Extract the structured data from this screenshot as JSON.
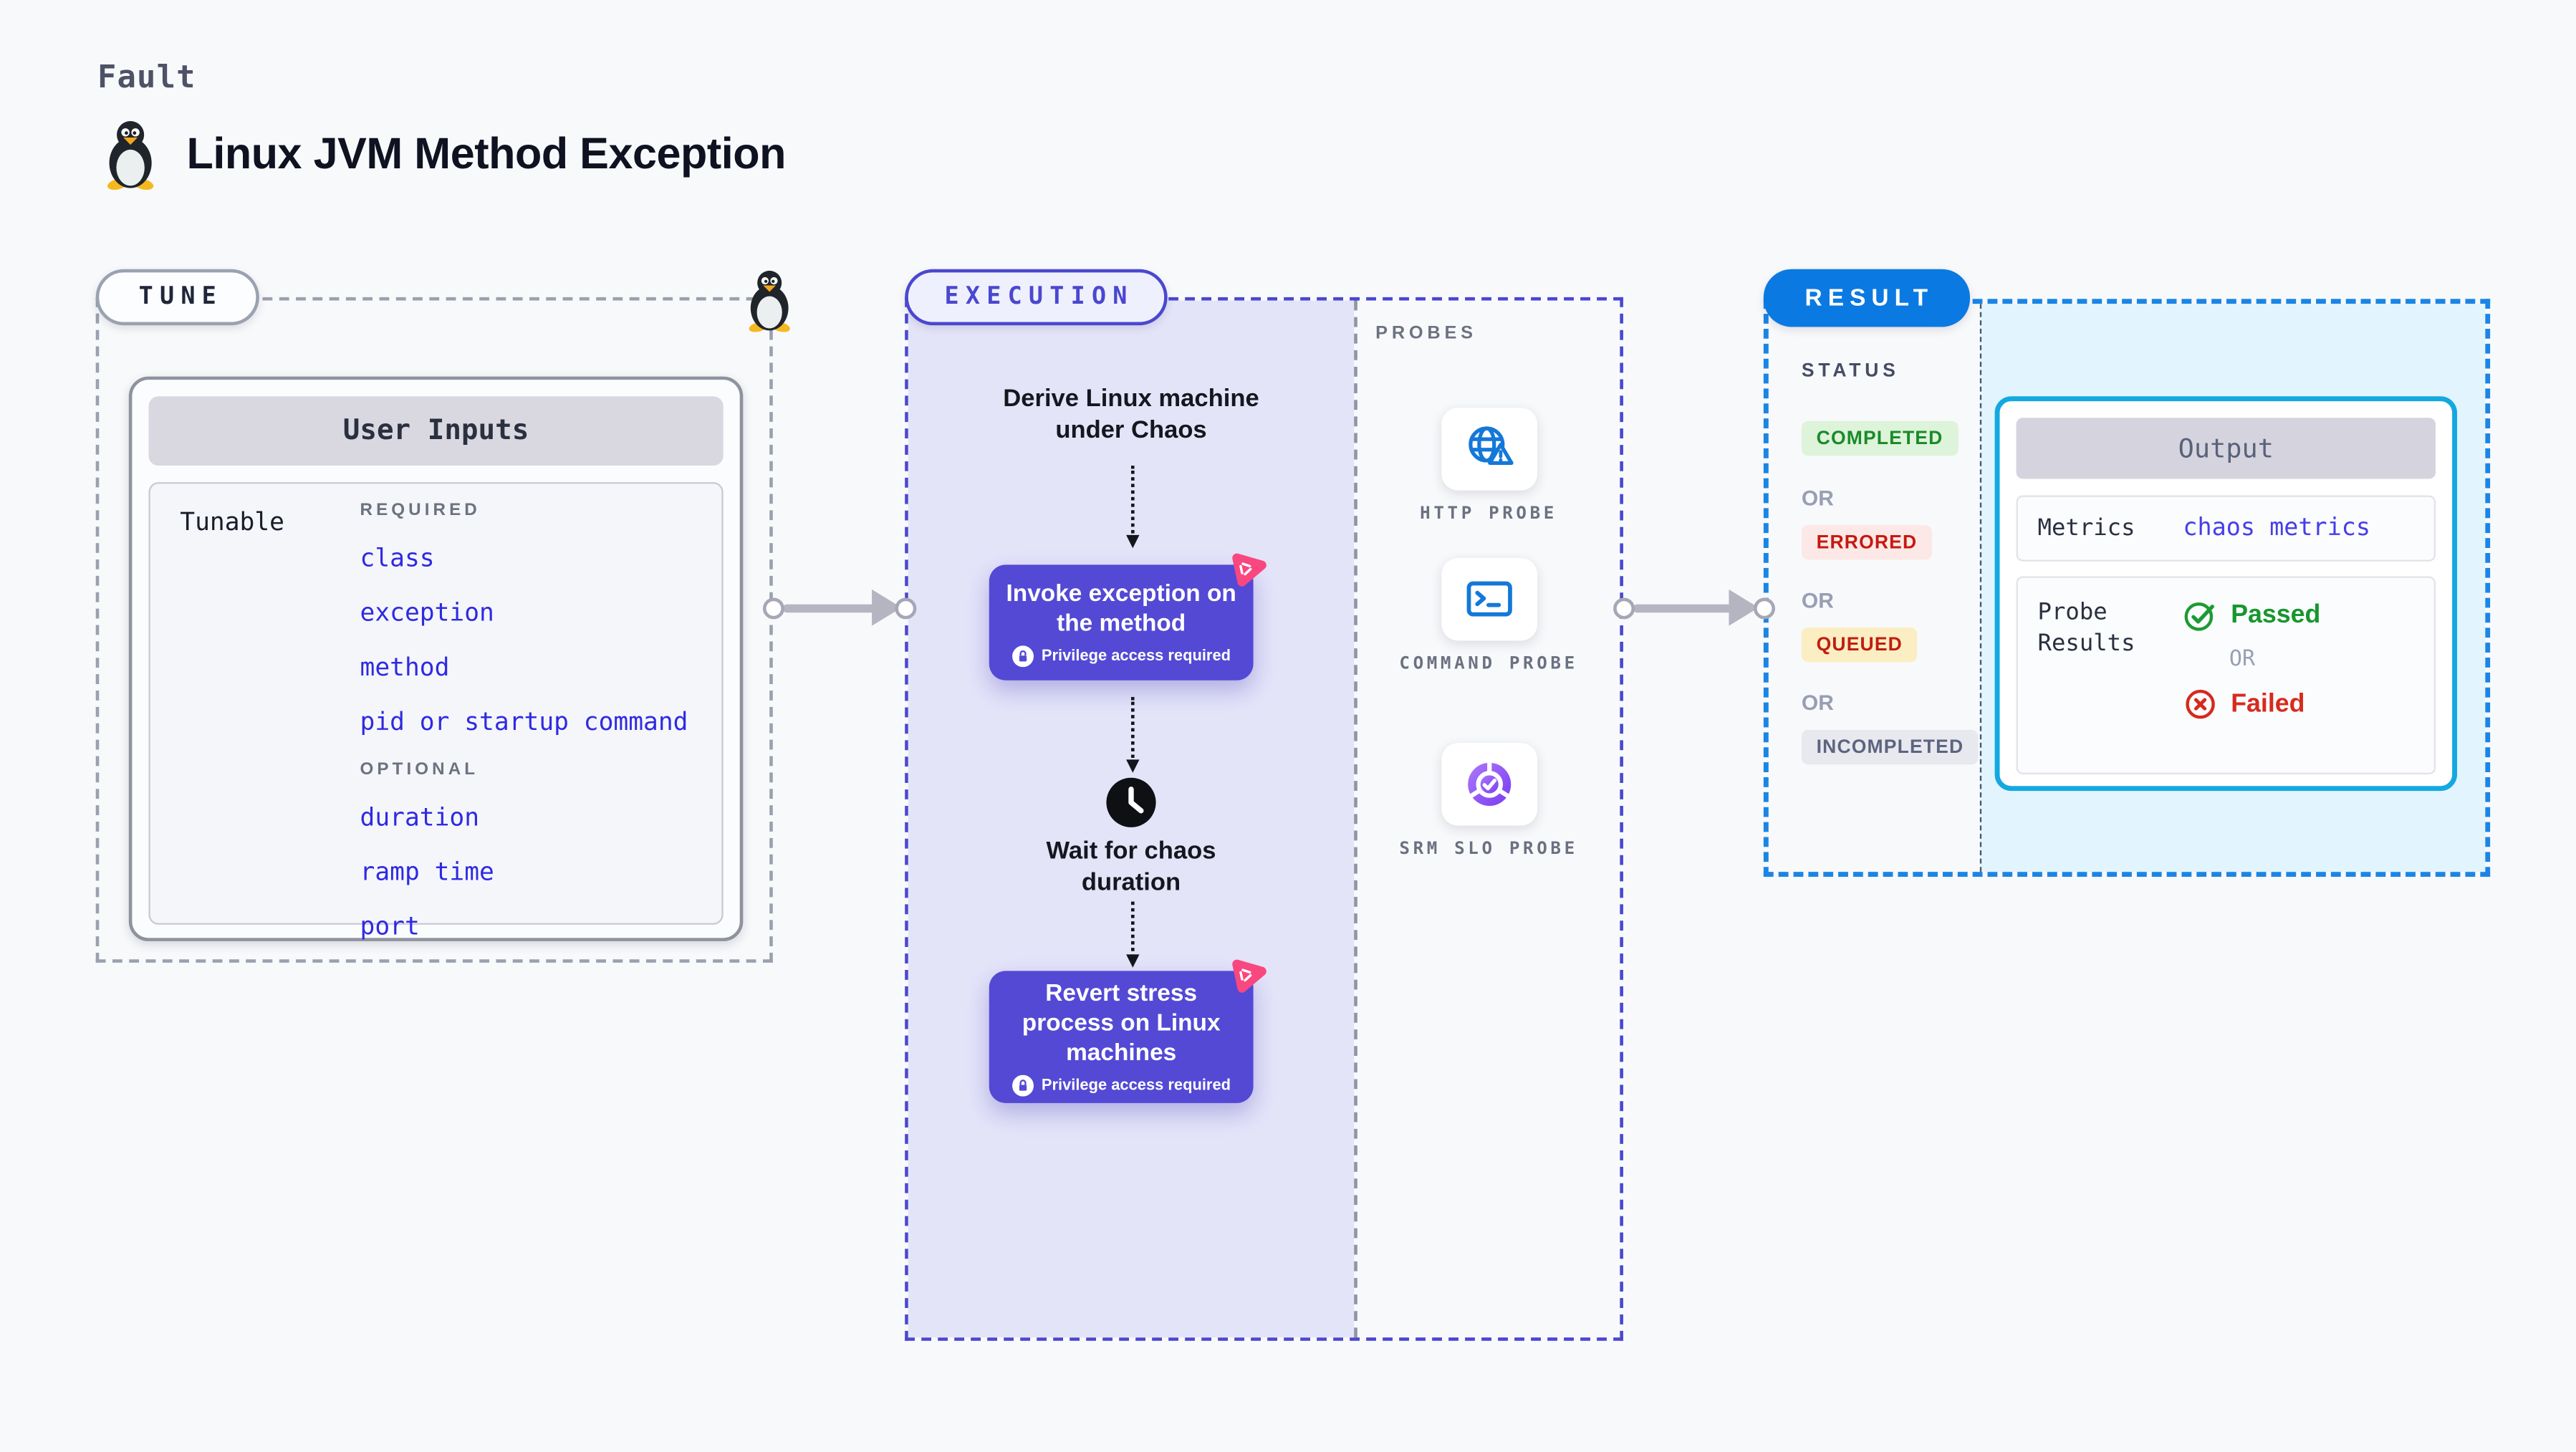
{
  "page": {
    "background": "#f8f9fb"
  },
  "header": {
    "breadcrumb": "Fault",
    "title": "Linux JVM Method Exception"
  },
  "tune": {
    "badge": "TUNE",
    "card_title": "User Inputs",
    "row_label": "Tunable",
    "required_label": "REQUIRED",
    "required_items": [
      "class",
      "exception",
      "method",
      "pid or startup command"
    ],
    "optional_label": "OPTIONAL",
    "optional_items": [
      "duration",
      "ramp time",
      "port"
    ]
  },
  "execution": {
    "badge": "EXECUTION",
    "derive_step": "Derive Linux machine under Chaos",
    "invoke_step": "Invoke exception on the method",
    "wait_step": "Wait for chaos duration",
    "revert_step": "Revert stress process on Linux machines",
    "privilege_note": "Privilege access required"
  },
  "probes": {
    "label": "PROBES",
    "items": [
      {
        "name": "HTTP PROBE",
        "icon": "globe-alert-icon"
      },
      {
        "name": "COMMAND PROBE",
        "icon": "terminal-icon"
      },
      {
        "name": "SRM SLO PROBE",
        "icon": "slo-gauge-icon"
      }
    ]
  },
  "result": {
    "badge": "RESULT",
    "status_label": "STATUS",
    "or_label": "OR",
    "statuses": [
      {
        "label": "COMPLETED",
        "color": "#1b8a2a",
        "background": "#ddf3da"
      },
      {
        "label": "ERRORED",
        "color": "#c6190e",
        "background": "#fce9e7"
      },
      {
        "label": "QUEUED",
        "color": "#c01d10",
        "background": "#fbeec2"
      },
      {
        "label": "INCOMPLETED",
        "color": "#5d6480",
        "background": "#e8e9ef"
      }
    ],
    "output": {
      "title": "Output",
      "metrics_label": "Metrics",
      "metrics_value": "chaos metrics",
      "probe_results_label": "Probe Results",
      "passed_label": "Passed",
      "failed_label": "Failed"
    }
  },
  "colors": {
    "indigo_accent": "#4a47d0",
    "indigo_button": "#5349d5",
    "lavender_bg": "#e4e4f9",
    "pink_chaos": "#f9477f",
    "blue_result": "#0b79e2",
    "cyan_output_border": "#14a8e0",
    "light_blue_bg": "#e2f4fd",
    "link_blue": "#2f2ae2",
    "probe_icon_blue": "#1478d8",
    "slo_purple": "#7a3bf0",
    "passed_green": "#18962e",
    "failed_red": "#d62b1e"
  }
}
